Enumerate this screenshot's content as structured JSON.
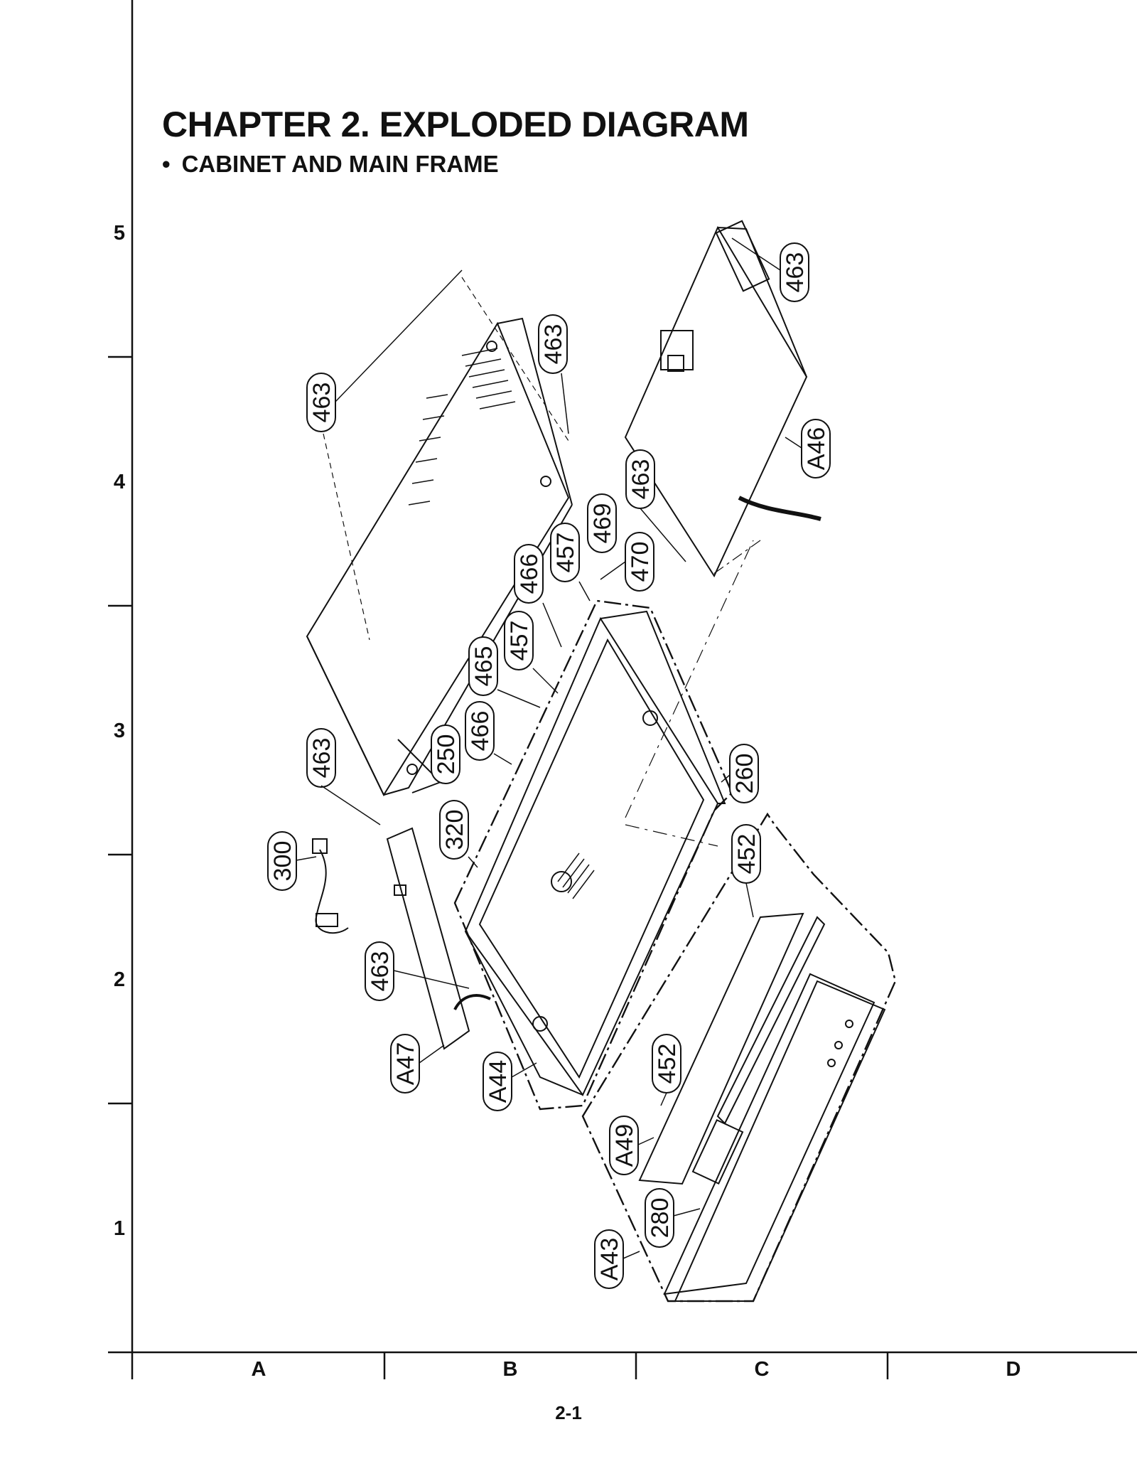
{
  "header": {
    "title": "CHAPTER 2. EXPLODED DIAGRAM",
    "bullet": "•",
    "subtitle": "CABINET AND MAIN FRAME"
  },
  "grid": {
    "rows": [
      "5",
      "4",
      "3",
      "2",
      "1"
    ],
    "columns": [
      "A",
      "B",
      "C",
      "D"
    ]
  },
  "callouts": [
    "463",
    "463",
    "463",
    "463",
    "463",
    "463",
    "A46",
    "469",
    "470",
    "457",
    "466",
    "457",
    "465",
    "466",
    "250",
    "260",
    "320",
    "300",
    "452",
    "463",
    "A47",
    "A44",
    "452",
    "A49",
    "280",
    "A43"
  ],
  "footer": {
    "page_number": "2-1"
  }
}
